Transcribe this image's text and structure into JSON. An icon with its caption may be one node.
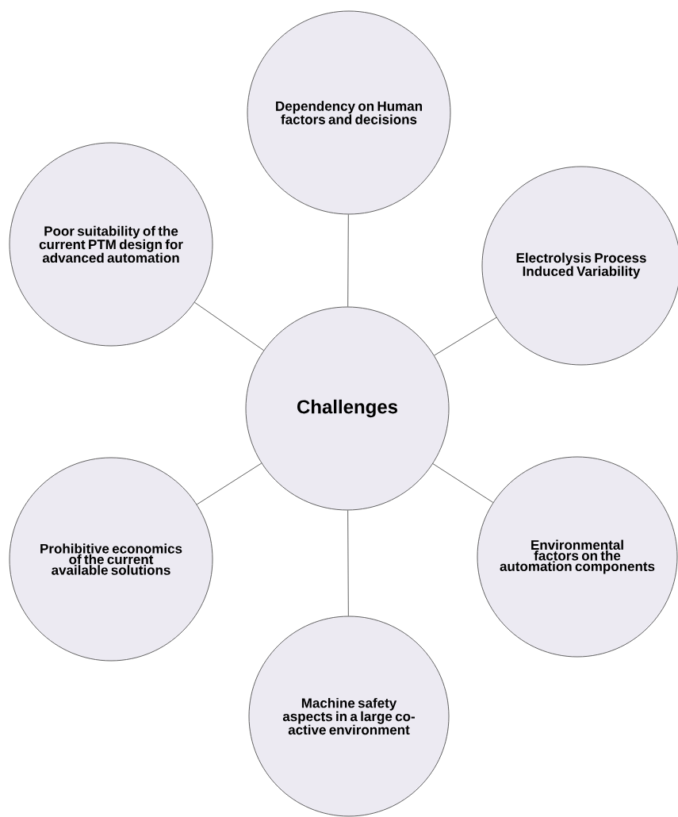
{
  "diagram": {
    "nodes": [
      {
        "text": [
          "Dependency on Human factors and decisions"
        ]
      },
      {
        "text": [
          "Poor suitability of the current PTM design for advanced automation"
        ]
      },
      {
        "text": [
          "Electrolysis Process Induced Variability"
        ]
      },
      {
        "text": [
          "Challenges"
        ]
      },
      {
        "text": [
          "Prohibitive economics of the current available solutions"
        ]
      },
      {
        "text": [
          "Environmental factors on the automation components"
        ]
      },
      {
        "text": [
          "Machine safety aspects in a large co-active environment"
        ]
      }
    ],
    "edges": [
      {
        "from": 3,
        "to": 0,
        "arrow": "none"
      },
      {
        "from": 3,
        "to": 2,
        "arrow": "none"
      },
      {
        "from": 3,
        "to": 5,
        "arrow": "none"
      },
      {
        "from": 3,
        "to": 6,
        "arrow": "none"
      },
      {
        "from": 3,
        "to": 4,
        "arrow": "none"
      },
      {
        "from": 3,
        "to": 1,
        "arrow": "none"
      }
    ]
  }
}
